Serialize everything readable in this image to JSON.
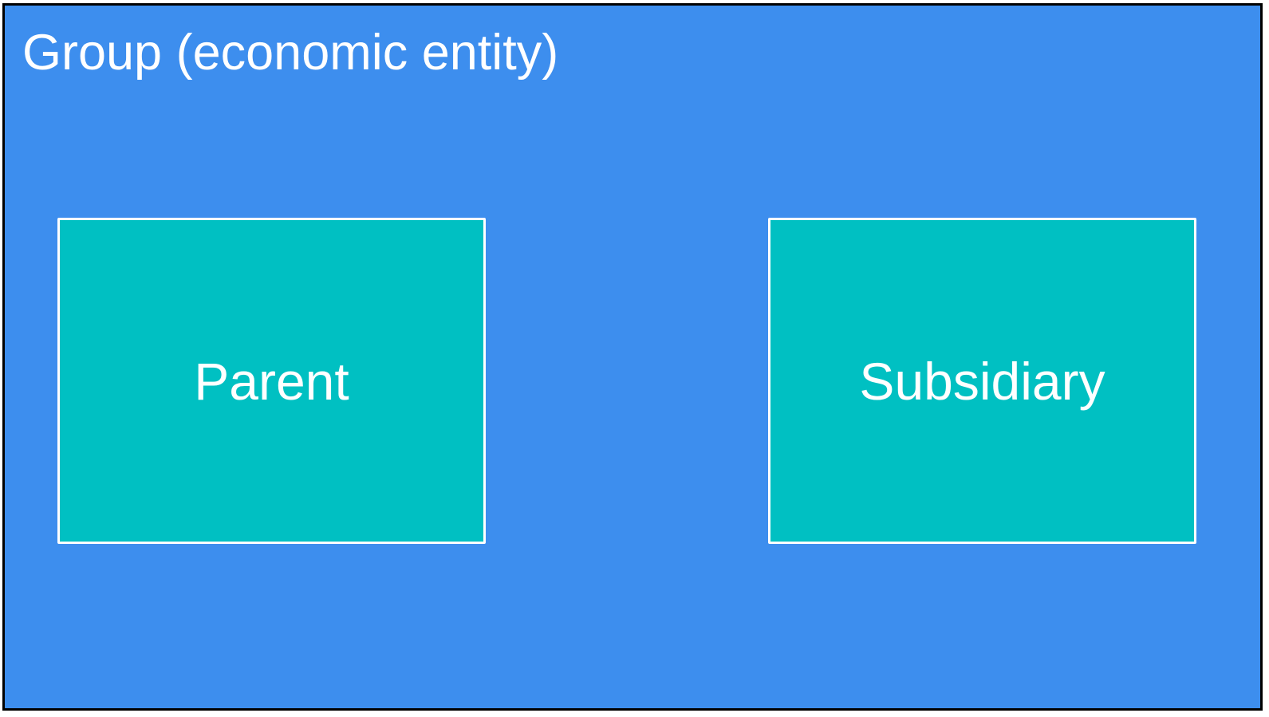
{
  "group": {
    "title": "Group (economic entity)"
  },
  "entities": [
    {
      "label": "Parent"
    },
    {
      "label": "Subsidiary"
    }
  ],
  "colors": {
    "group_fill": "#3d8eee",
    "group_border": "#000000",
    "entity_fill": "#00c0c2",
    "entity_border": "#ffffff",
    "text": "#ffffff"
  }
}
